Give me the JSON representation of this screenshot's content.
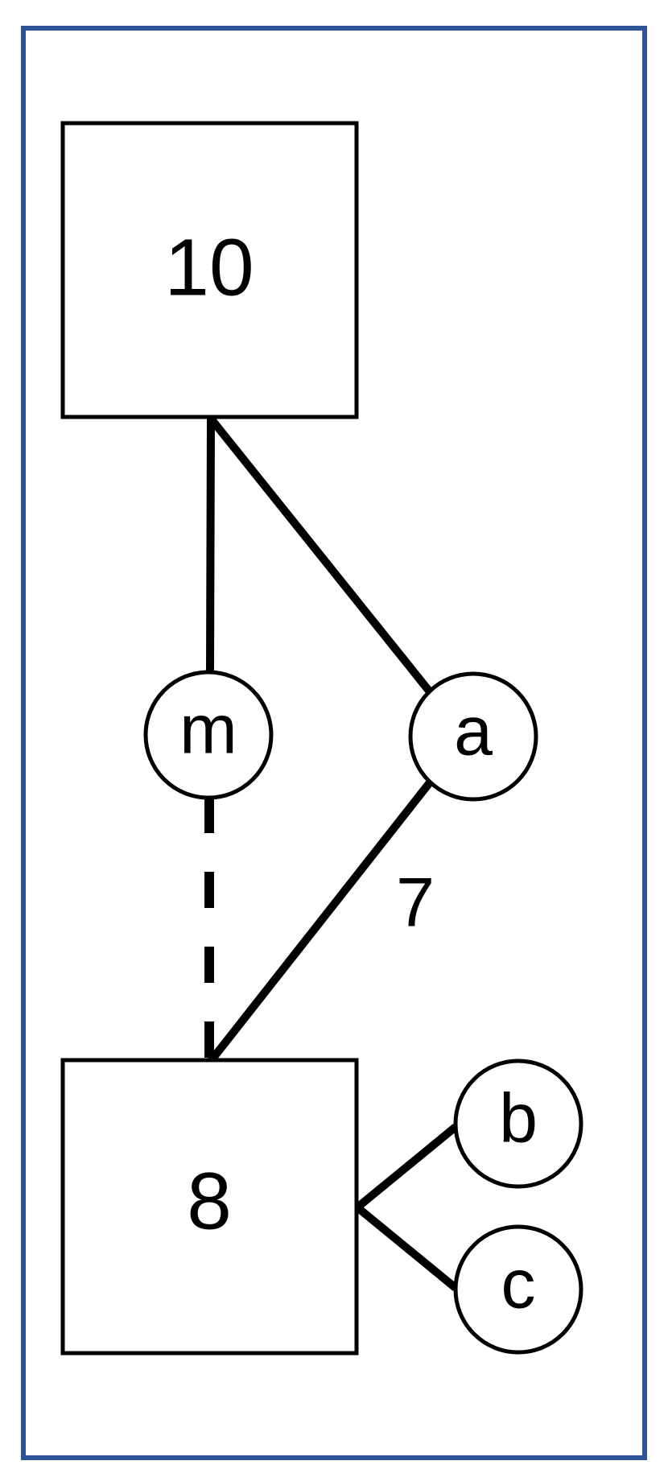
{
  "colors": {
    "frame": "#2f5496",
    "stroke": "#000000",
    "fill": "#ffffff"
  },
  "boxes": [
    {
      "id": "top",
      "label": "10"
    },
    {
      "id": "bottom",
      "label": "8"
    }
  ],
  "nodes": [
    {
      "id": "m",
      "label": "m"
    },
    {
      "id": "a",
      "label": "a"
    },
    {
      "id": "b",
      "label": "b"
    },
    {
      "id": "c",
      "label": "c"
    }
  ],
  "edge_labels": [
    {
      "id": "a-to-8",
      "label": "7"
    }
  ],
  "edges": [
    {
      "from": "10",
      "to": "m",
      "style": "solid"
    },
    {
      "from": "10",
      "to": "a",
      "style": "solid"
    },
    {
      "from": "m",
      "to": "8",
      "style": "dashed"
    },
    {
      "from": "a",
      "to": "8",
      "style": "solid"
    },
    {
      "from": "8",
      "to": "b",
      "style": "solid"
    },
    {
      "from": "8",
      "to": "c",
      "style": "solid"
    }
  ]
}
